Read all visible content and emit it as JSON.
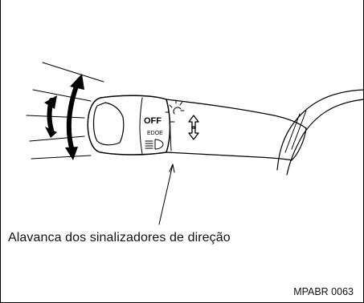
{
  "diagram": {
    "switch_label": "OFF",
    "position_label": "EDOE",
    "caption": "Alavanca dos sinalizadores de direção",
    "figure_code": "MPABR 0063"
  },
  "icons": [
    "headlight-icon",
    "high-beam-icon",
    "hollow-arrow-up-icon",
    "hollow-arrow-down-icon",
    "double-arrow-icon"
  ]
}
